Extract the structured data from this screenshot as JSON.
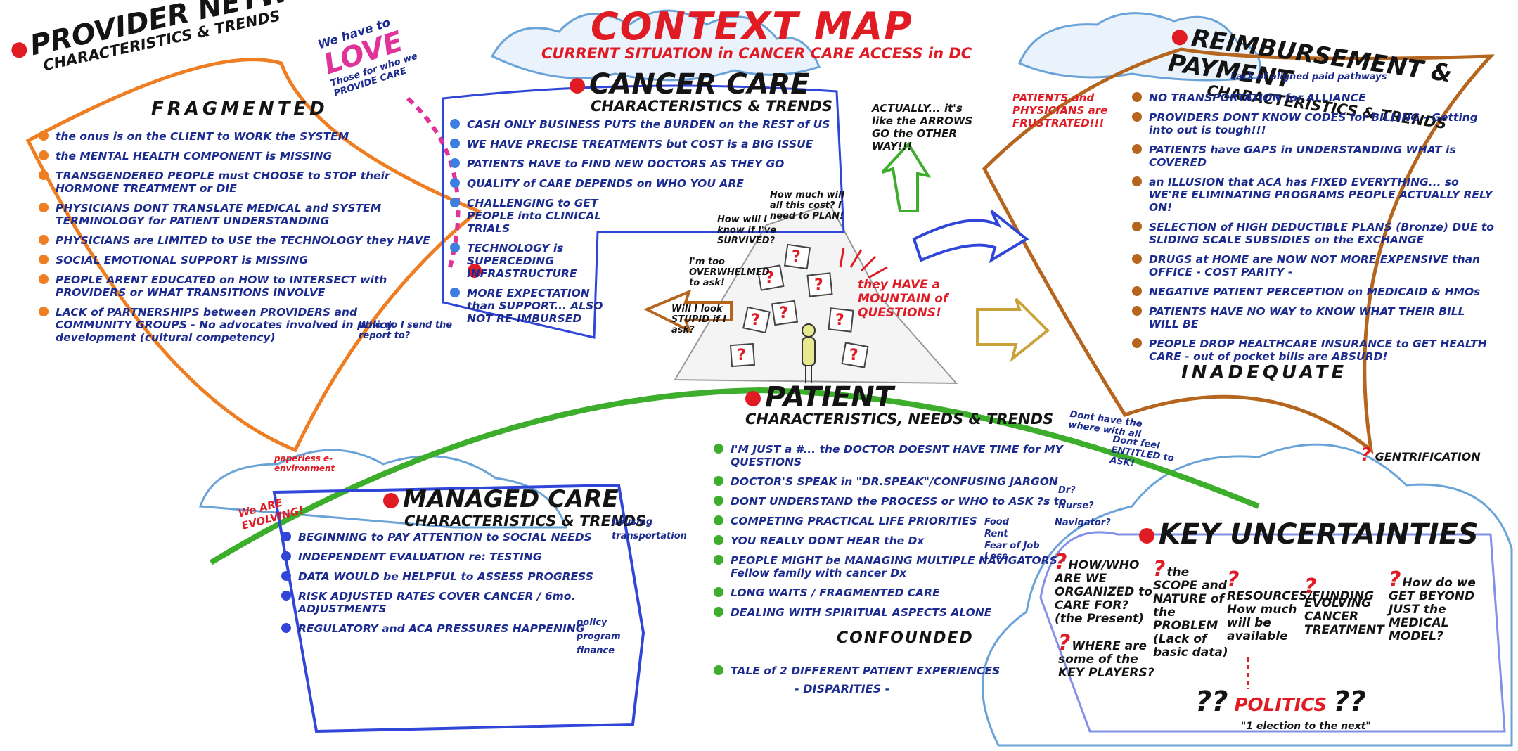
{
  "header": {
    "title": "CONTEXT MAP",
    "subtitle": "CURRENT SITUATION in CANCER CARE ACCESS in DC"
  },
  "love": {
    "line1": "We have to",
    "line2": "LOVE",
    "line3": "Those for who we PROVIDE CARE"
  },
  "provider_network": {
    "title": "PROVIDER NETWORK",
    "subtitle": "CHARACTERISTICS & TRENDS",
    "banner": "FRAGMENTED",
    "items": [
      "the onus is on the CLIENT to WORK the SYSTEM",
      "the MENTAL HEALTH COMPONENT is MISSING",
      "TRANSGENDERED PEOPLE must CHOOSE to STOP their HORMONE TREATMENT or DIE",
      "PHYSICIANS DONT TRANSLATE MEDICAL and SYSTEM TERMINOLOGY for PATIENT UNDERSTANDING",
      "PHYSICIANS are LIMITED to USE the TECHNOLOGY they HAVE",
      "SOCIAL EMOTIONAL SUPPORT is MISSING",
      "PEOPLE ARENT EDUCATED on HOW to INTERSECT with PROVIDERS or WHAT TRANSITIONS INVOLVE",
      "LACK of PARTNERSHIPS between PROVIDERS and COMMUNITY GROUPS - No advocates involved in policy development (cultural competency)"
    ],
    "side_note": "Who do I send the report to?"
  },
  "cancer_care": {
    "title": "CANCER CARE",
    "subtitle": "CHARACTERISTICS & TRENDS",
    "items": [
      "CASH ONLY BUSINESS PUTS the BURDEN on the REST of US",
      "WE HAVE PRECISE TREATMENTS but COST is a BIG ISSUE",
      "PATIENTS HAVE to FIND NEW DOCTORS AS THEY GO",
      "QUALITY of CARE DEPENDS on WHO YOU ARE",
      "CHALLENGING to GET PEOPLE into CLINICAL TRIALS",
      "TECHNOLOGY is SUPERCEDING INFRASTRUCTURE",
      "MORE EXPECTATION than SUPPORT... ALSO NOT RE-IMBURSED"
    ]
  },
  "mountain": {
    "bubbles": [
      "How much will all this cost? I need to PLAN!",
      "How will I know if I've SURVIVED?",
      "I'm too OVERWHELMED to ask!",
      "Will I look STUPID if I ask?"
    ],
    "caption": "they HAVE a MOUNTAIN of QUESTIONS!",
    "arrows_note": "ACTUALLY... it's like the ARROWS GO the OTHER WAY!!!"
  },
  "frustrated": "PATIENTS and PHYSICIANS are FRUSTRATED!!!",
  "reimbursement": {
    "title": "REIMBURSEMENT & PAYMENT",
    "subtitle": "CHARACTERISTICS & TRENDS",
    "top_note": "Lack of aligned paid pathways",
    "items": [
      "NO TRANSPORTATION for ALLIANCE",
      "PROVIDERS DONT KNOW CODES for BILLING - Getting into out is tough!!!",
      "PATIENTS have GAPS in UNDERSTANDING WHAT is COVERED",
      "an ILLUSION that ACA has FIXED EVERYTHING... so WE'RE ELIMINATING PROGRAMS PEOPLE ACTUALLY RELY ON!",
      "SELECTION of HIGH DEDUCTIBLE PLANS (Bronze) DUE to SLIDING SCALE SUBSIDIES on the EXCHANGE",
      "DRUGS at HOME are NOW NOT MORE EXPENSIVE than OFFICE - COST PARITY -",
      "NEGATIVE PATIENT PERCEPTION on MEDICAID & HMOs",
      "PATIENTS HAVE NO WAY to KNOW WHAT THEIR BILL WILL BE",
      "PEOPLE DROP HEALTHCARE INSURANCE to GET HEALTH CARE - out of pocket bills are ABSURD!"
    ],
    "banner": "INADEQUATE"
  },
  "patient": {
    "title": "PATIENT",
    "subtitle": "CHARACTERISTICS, NEEDS & TRENDS",
    "items": [
      "I'M JUST a #... the DOCTOR DOESNT HAVE TIME for MY QUESTIONS",
      "DOCTOR'S SPEAK in \"DR.SPEAK\"/CONFUSING JARGON",
      "DONT UNDERSTAND the PROCESS or WHO to ASK ?s to",
      "COMPETING PRACTICAL LIFE PRIORITIES",
      "YOU REALLY DONT HEAR the Dx",
      "PEOPLE MIGHT be MANAGING MULTIPLE NAVIGATORS - Fellow family with cancer Dx",
      "LONG WAITS / FRAGMENTED CARE",
      "DEALING WITH SPIRITUAL ASPECTS ALONE",
      "TALE of 2 DIFFERENT PATIENT EXPERIENCES"
    ],
    "confounded": "CONFOUNDED",
    "disparities": "- DISPARITIES -",
    "side_notes": [
      "Dont have the where with all",
      "Dont feel ENTITLED to ASK!"
    ],
    "ask_notes": [
      "Dr?",
      "Nurse?",
      "Navigator?"
    ],
    "priority_notes": [
      "Food",
      "Rent",
      "Fear of Job Loss"
    ]
  },
  "managed_care": {
    "title": "MANAGED CARE",
    "subtitle": "CHARACTERISTICS & TRENDS",
    "items": [
      "BEGINNING to PAY ATTENTION to SOCIAL NEEDS",
      "INDEPENDENT EVALUATION re: TESTING",
      "DATA WOULD be HELPFUL to ASSESS PROGRESS",
      "RISK ADJUSTED RATES COVER CANCER / 6mo. ADJUSTMENTS",
      "REGULATORY and ACA PRESSURES HAPPENING"
    ],
    "social_notes": [
      "housing",
      "transportation"
    ],
    "pressure_notes": [
      "policy",
      "program",
      "finance"
    ],
    "evolving": "We ARE EVOLVING!",
    "paperless": "paperless e-environment"
  },
  "key_uncertainties": {
    "title": "KEY UNCERTAINTIES",
    "gentrification": "GENTRIFICATION",
    "items": [
      "HOW/WHO ARE WE ORGANIZED to CARE FOR? (the Present)",
      "WHERE are some of the KEY PLAYERS?",
      "the SCOPE and NATURE of the PROBLEM (Lack of basic data)",
      "RESOURCES/FUNDING How much will be available",
      "EVOLVING CANCER TREATMENT",
      "How do we GET BEYOND JUST the MEDICAL MODEL?"
    ],
    "politics": "POLITICS",
    "politics_note": "\"1 election to the next\""
  }
}
